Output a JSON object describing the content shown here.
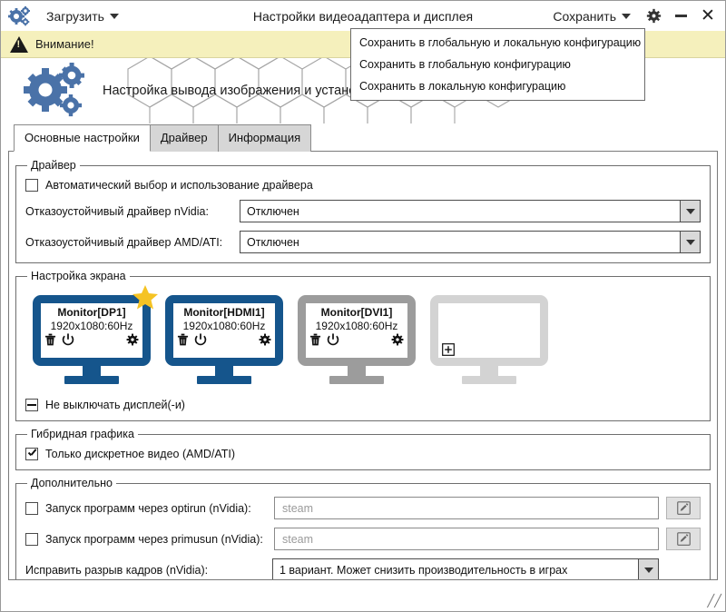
{
  "titlebar": {
    "app_icon": "gears-icon",
    "load_button": "Загрузить",
    "title": "Настройки видеоадаптера и дисплея",
    "save_button": "Сохранить",
    "settings_icon": "gear-icon",
    "minimize_icon": "minimize-icon",
    "close_icon": "close-icon"
  },
  "save_menu": {
    "items": [
      "Сохранить в глобальную и локальную конфигурацию",
      "Сохранить в глобальную конфигурацию",
      "Сохранить в локальную конфигурацию"
    ]
  },
  "warning": {
    "icon": "warning-triangle-icon",
    "text": "Внимание!",
    "bg": "#f5f0bc"
  },
  "banner": {
    "icon": "gears-icon",
    "title": "Настройка вывода изображения и установка драйвера видеокарты"
  },
  "tabs": [
    {
      "label": "Основные настройки",
      "active": true
    },
    {
      "label": "Драйвер",
      "active": false
    },
    {
      "label": "Информация",
      "active": false
    }
  ],
  "driver_group": {
    "legend": "Драйвер",
    "auto_checkbox": {
      "label": "Автоматический выбор и использование драйвера",
      "state": "unchecked"
    },
    "nvidia": {
      "label": "Отказоустойчивый драйвер nVidia:",
      "value": "Отключен"
    },
    "amd": {
      "label": "Отказоустойчивый драйвер AMD/ATI:",
      "value": "Отключен"
    }
  },
  "screen_group": {
    "legend": "Настройка экрана",
    "monitors": [
      {
        "name": "Monitor[DP1]",
        "res": "1920x1080:60Hz",
        "state": "active",
        "primary": true,
        "icons": [
          "trash-icon",
          "power-icon",
          "gear-icon"
        ]
      },
      {
        "name": "Monitor[HDMI1]",
        "res": "1920x1080:60Hz",
        "state": "active",
        "primary": false,
        "icons": [
          "trash-icon",
          "power-icon",
          "gear-icon"
        ]
      },
      {
        "name": "Monitor[DVI1]",
        "res": "1920x1080:60Hz",
        "state": "disabled",
        "primary": false,
        "icons": [
          "trash-icon",
          "power-icon",
          "gear-icon"
        ]
      },
      {
        "name": "",
        "res": "",
        "state": "empty",
        "primary": false,
        "icons": [
          "plus-box-icon"
        ]
      }
    ],
    "keepon_checkbox": {
      "label": "Не выключать дисплей(-и)",
      "state": "partial"
    },
    "active_color": "#15558c",
    "disabled_color": "#9c9c9c",
    "empty_color": "#d3d3d3",
    "star_color": "#f5c324"
  },
  "hybrid_group": {
    "legend": "Гибридная графика",
    "discrete_checkbox": {
      "label": "Только дискретное видео (AMD/ATI)",
      "state": "checked"
    }
  },
  "extra_group": {
    "legend": "Дополнительно",
    "optirun": {
      "label": "Запуск программ через optirun (nVidia):",
      "state": "unchecked",
      "placeholder": "steam",
      "value": "",
      "edit_icon": "pencil-square-icon"
    },
    "primusrun": {
      "label": "Запуск программ через primusun (nVidia):",
      "state": "unchecked",
      "placeholder": "steam",
      "value": "",
      "edit_icon": "pencil-square-icon"
    },
    "tearfix": {
      "label": "Исправить разрыв кадров (nVidia):",
      "value": "1 вариант. Может снизить производительность в играх"
    }
  },
  "statusbar": {
    "grip_icon": "resize-grip-icon"
  }
}
